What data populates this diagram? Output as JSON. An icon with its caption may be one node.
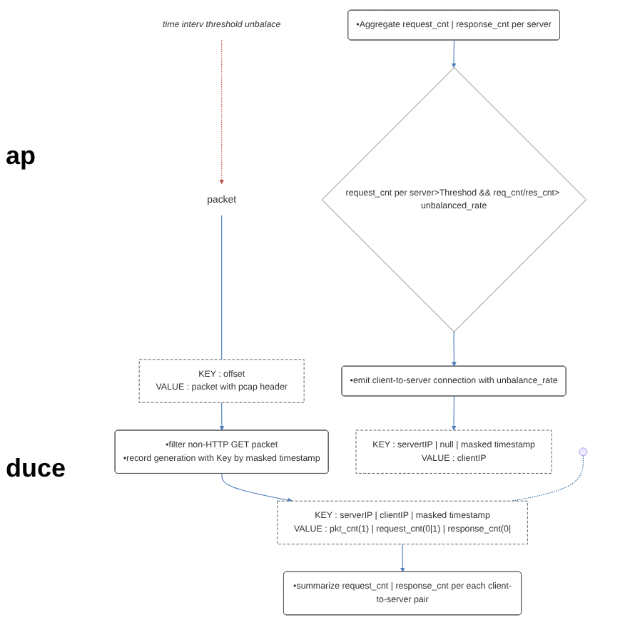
{
  "diagram": {
    "nodes": [
      {
        "text": [
          "packet"
        ]
      },
      {
        "text": [
          "KEY : offset",
          "VALUE : packet with pcap header"
        ]
      },
      {
        "text": [
          "•filter non-HTTP GET packet",
          "•record generation with Key by masked timestamp"
        ]
      },
      {
        "text": [
          "KEY : serverIP | clientIP | masked timestamp",
          "VALUE : pkt_cnt(1) | request_cnt(0|1) | response_cnt(0|"
        ]
      },
      {
        "text": [
          "•summarize request_cnt | response_cnt per each client-to-server pair"
        ]
      },
      {
        "text": [
          "•Aggregate request_cnt | response_cnt per server"
        ]
      },
      {
        "text": [
          "request_cnt per server>Threshod && req_cnt/res_cnt> unbalanced_rate"
        ]
      },
      {
        "text": [
          "•emit client-to-server connection with unbalance_rate"
        ]
      },
      {
        "text": [
          "KEY : servertIP | null | masked timestamp",
          "VALUE : clientIP"
        ]
      },
      {
        "text": [
          "time interv threshold unbalace"
        ]
      }
    ],
    "edges": [
      {
        "from": 0,
        "to": 1,
        "arrow": "none"
      },
      {
        "from": 1,
        "to": 2,
        "arrow": "to"
      },
      {
        "from": 2,
        "to": 3,
        "arrow": "to"
      },
      {
        "from": 3,
        "to": 4,
        "arrow": "to"
      },
      {
        "from": 5,
        "to": 6,
        "arrow": "to"
      },
      {
        "from": 6,
        "to": 7,
        "arrow": "to"
      },
      {
        "from": 7,
        "to": 8,
        "arrow": "to"
      },
      {
        "from": 9,
        "to": 0,
        "arrow": "to",
        "style": "dashed",
        "color": "#c0504d"
      },
      {
        "from": null,
        "to": 3,
        "arrow": "none",
        "style": "dashed",
        "color": "#2e6da4"
      }
    ],
    "labels": [
      "ap",
      "duce"
    ]
  }
}
